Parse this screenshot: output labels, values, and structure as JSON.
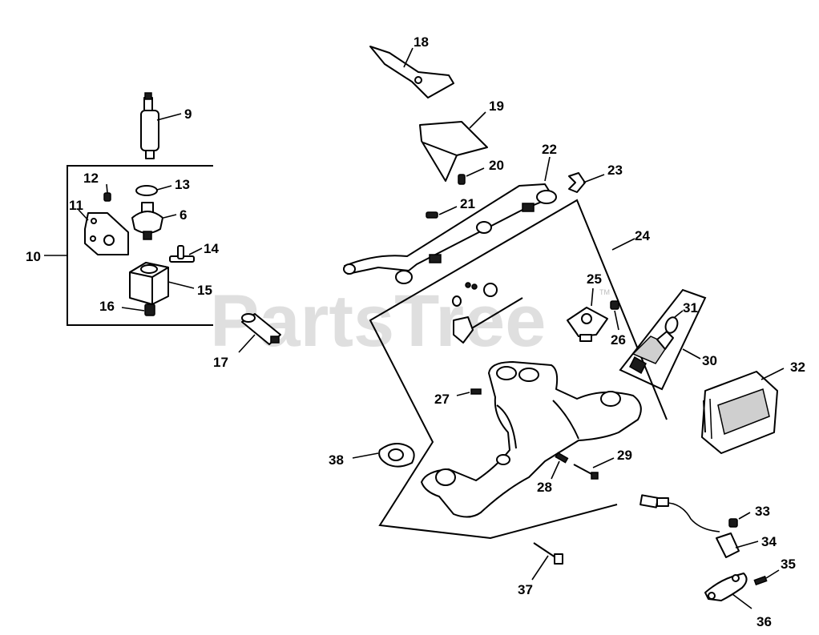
{
  "watermark": {
    "text": "PartsTree",
    "trademark": "TM"
  },
  "callouts": {
    "c6": "6",
    "c9": "9",
    "c10": "10",
    "c11": "11",
    "c12": "12",
    "c13": "13",
    "c14": "14",
    "c15": "15",
    "c16": "16",
    "c17": "17",
    "c18": "18",
    "c19": "19",
    "c20": "20",
    "c21": "21",
    "c22": "22",
    "c23": "23",
    "c24": "24",
    "c25": "25",
    "c26": "26",
    "c27": "27",
    "c28": "28",
    "c29": "29",
    "c30": "30",
    "c31": "31",
    "c32": "32",
    "c33": "33",
    "c34": "34",
    "c35": "35",
    "c36": "36",
    "c37": "37",
    "c38": "38"
  },
  "colors": {
    "line": "#000000",
    "watermark": "#c4c4c4",
    "background": "#ffffff"
  },
  "icons": [
    "fuel-pump-icon",
    "fuel-filter-icon",
    "pressure-regulator-icon",
    "fuel-injector-icon",
    "intake-manifold-icon",
    "throttle-body-icon",
    "ecu-module-icon",
    "crankshaft-sensor-icon"
  ]
}
